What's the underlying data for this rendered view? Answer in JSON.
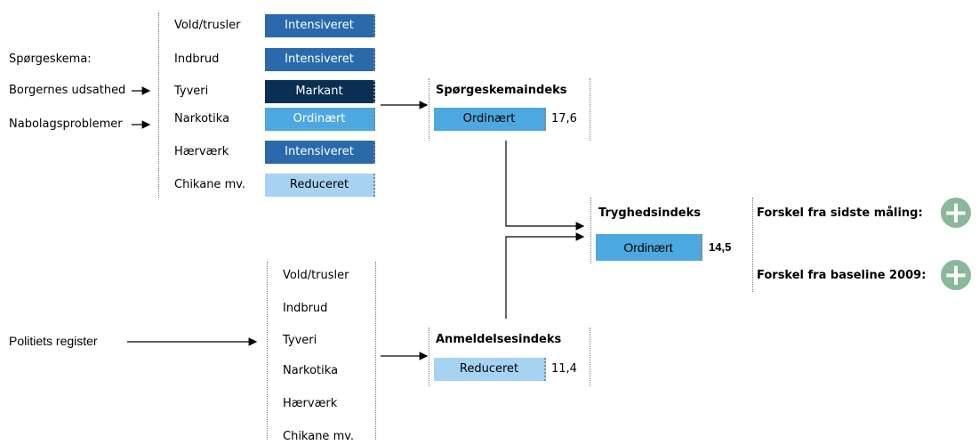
{
  "colors": {
    "intensiveret": "#2a6aaa",
    "markant": "#0a2f52",
    "ordinaert": "#4da8e0",
    "reduceret": "#a7d3f3",
    "plus_circle": "#8ab89a"
  },
  "left_labels": {
    "questionnaire": "Spørgeskema:",
    "exposure": "Borgernes udsathed",
    "neighborhood": "Nabolagsproblemer",
    "police_register": "Politiets register"
  },
  "questionnaire_categories": [
    {
      "label": "Vold/trusler",
      "rating": "Intensiveret",
      "level": "intensiveret"
    },
    {
      "label": "Indbrud",
      "rating": "Intensiveret",
      "level": "intensiveret"
    },
    {
      "label": "Tyveri",
      "rating": "Markant",
      "level": "markant"
    },
    {
      "label": "Narkotika",
      "rating": "Ordinært",
      "level": "ordinaert"
    },
    {
      "label": "Hærværk",
      "rating": "Intensiveret",
      "level": "intensiveret"
    },
    {
      "label": "Chikane mv.",
      "rating": "Reduceret",
      "level": "reduceret"
    }
  ],
  "register_categories": [
    "Vold/trusler",
    "Indbrud",
    "Tyveri",
    "Narkotika",
    "Hærværk",
    "Chikane mv."
  ],
  "questionnaire_index": {
    "title": "Spørgeskemaindeks",
    "rating": "Ordinært",
    "value": "17,6"
  },
  "report_index": {
    "title": "Anmeldelsesindeks",
    "rating": "Reduceret",
    "value": "11,4"
  },
  "safety_index": {
    "title": "Tryghedsindeks",
    "rating": "Ordinært",
    "value": "14,5"
  },
  "differences": {
    "last_measurement": "Forskel fra sidste måling:",
    "baseline": "Forskel fra baseline 2009:",
    "plus_symbol": "+"
  }
}
